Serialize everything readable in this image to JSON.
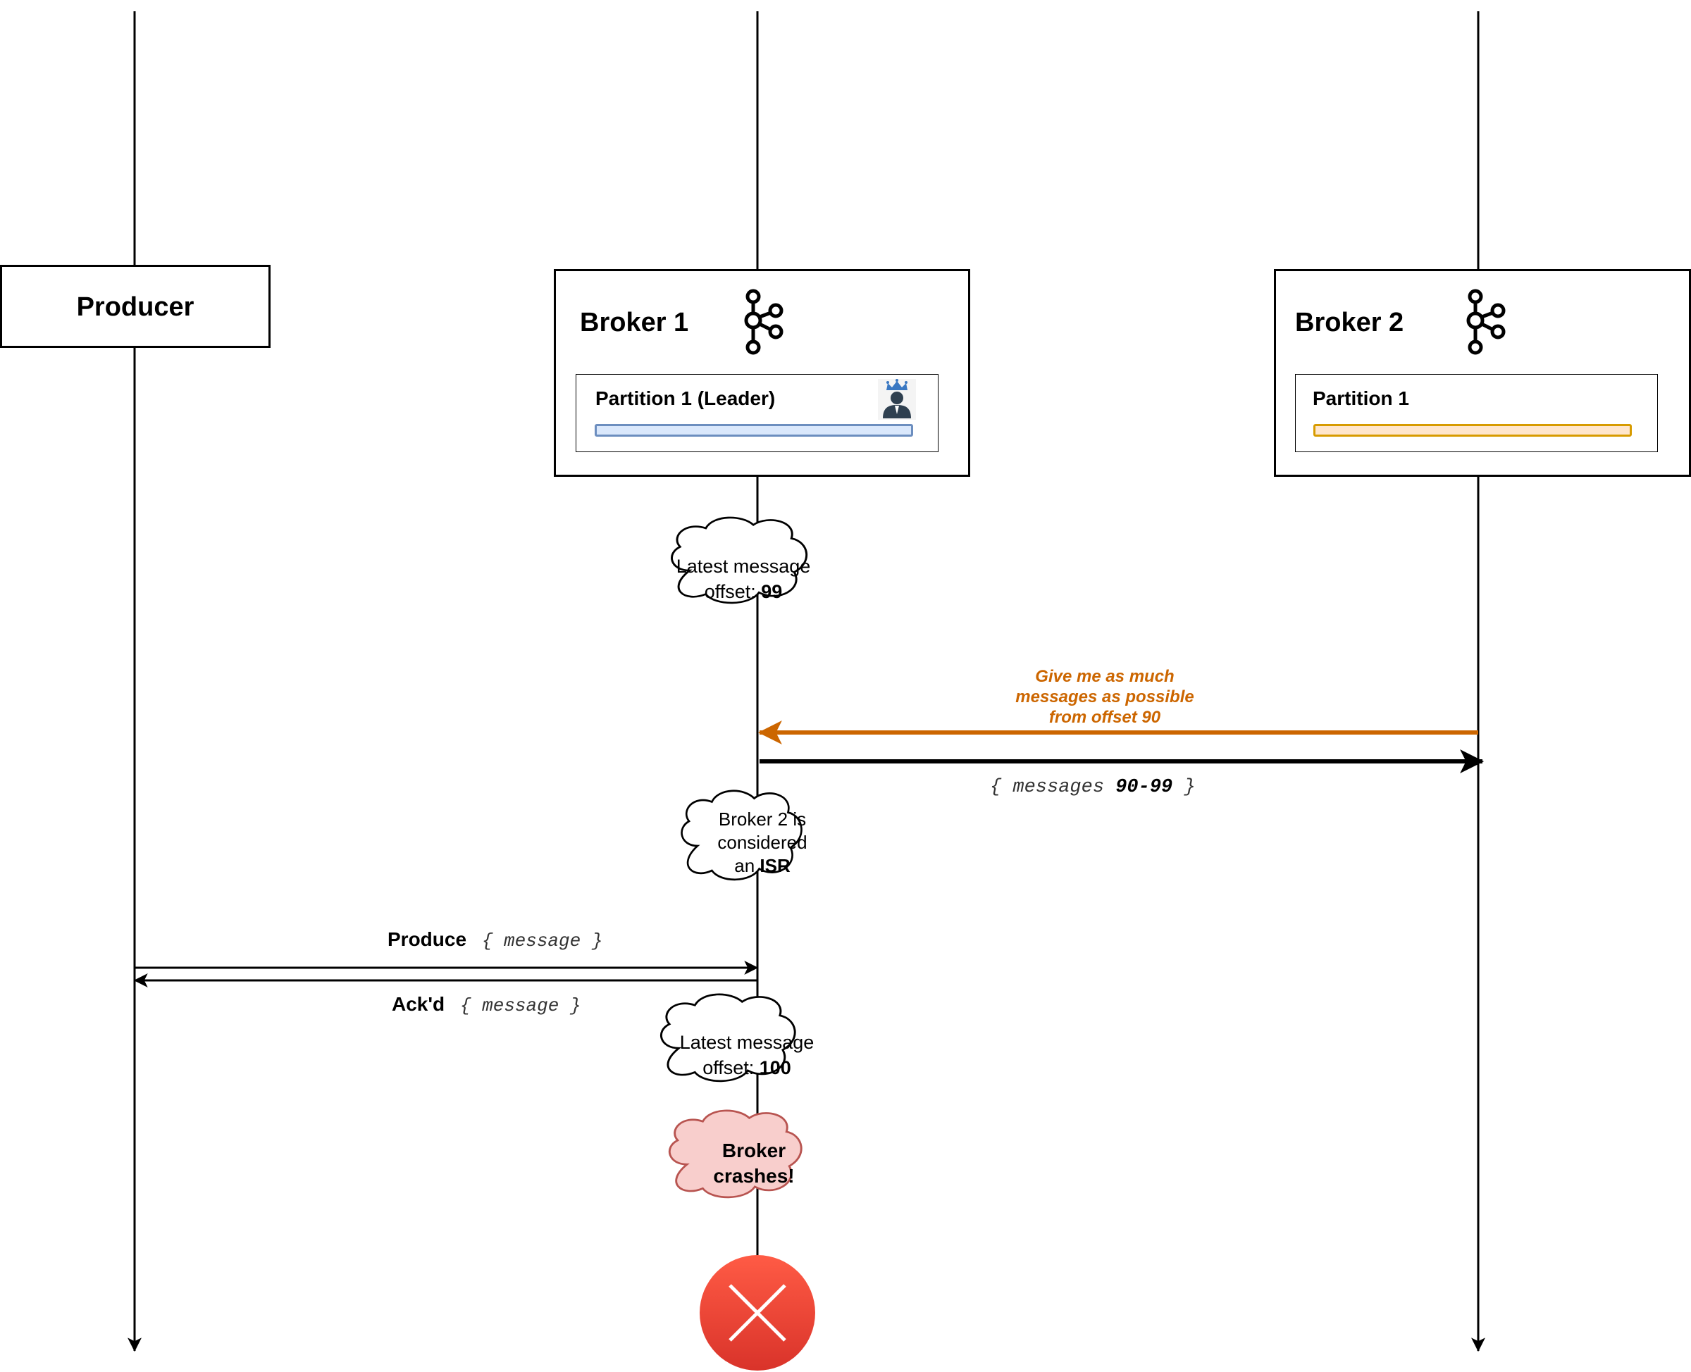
{
  "colors": {
    "line": "#000000",
    "leader_bar_fill": "#dae8fc",
    "leader_bar_stroke": "#6c8ebf",
    "follower_bar_fill": "#ffe6cc",
    "follower_bar_stroke": "#d79b00",
    "fetch_arrow": "#cc6600",
    "crash_cloud_fill": "#f8cecc",
    "crash_cloud_stroke": "#b85450",
    "error_circle": "#e64a35"
  },
  "producer": {
    "title": "Producer"
  },
  "broker1": {
    "title": "Broker 1",
    "icon": "kafka-logo-icon",
    "partition": {
      "label": "Partition 1 (Leader)",
      "badge_icon": "leader-crown-icon"
    }
  },
  "broker2": {
    "title": "Broker 2",
    "icon": "kafka-logo-icon",
    "partition": {
      "label": "Partition 1"
    }
  },
  "notes": {
    "offset_before": {
      "line1": "Latest message",
      "line2_prefix": "offset: ",
      "line2_value": "99"
    },
    "isr": {
      "line1": "Broker 2 is",
      "line2": "considered",
      "line3_prefix": "an ",
      "line3_value": "ISR"
    },
    "offset_after": {
      "line1": "Latest message",
      "line2_prefix": "offset: ",
      "line2_value": "100"
    },
    "crash": {
      "line1": "Broker",
      "line2": "crashes!"
    }
  },
  "messages": {
    "fetch_request": {
      "line1": "Give me as much",
      "line2": "messages as possible",
      "line3": "from offset 90"
    },
    "fetch_response": {
      "open": "{ messages ",
      "range": "90-99",
      "close": " }"
    },
    "produce": {
      "label": "Produce",
      "payload": "{ message }"
    },
    "ack": {
      "label": "Ack'd",
      "payload": "{ message }"
    }
  },
  "end_marker": {
    "icon": "crash-x-icon"
  }
}
